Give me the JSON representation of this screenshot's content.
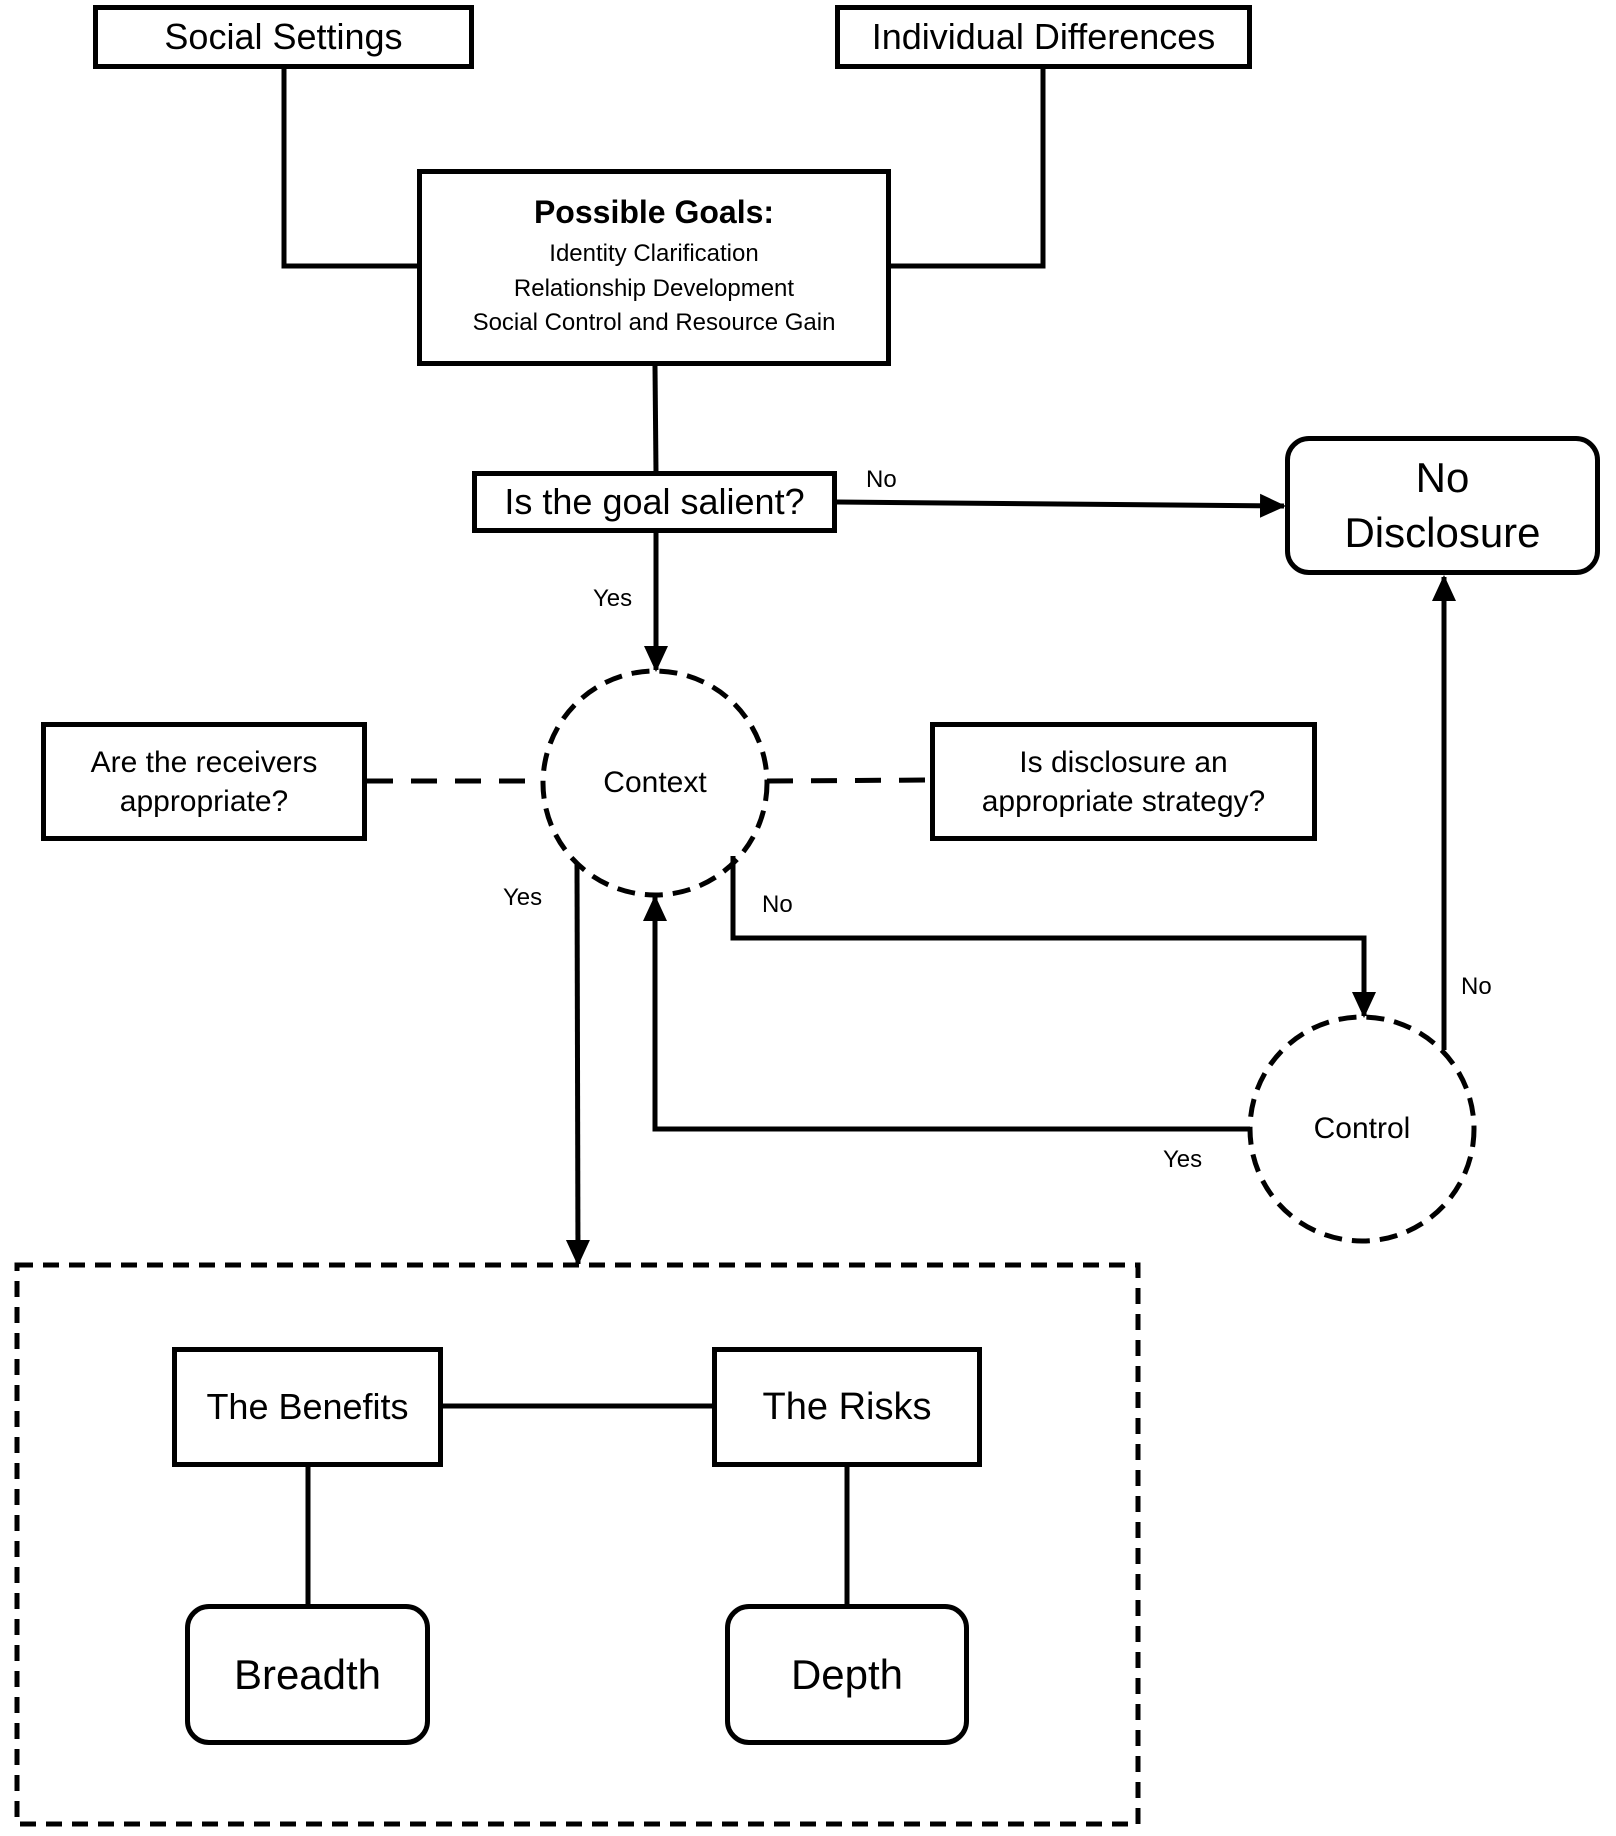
{
  "nodes": {
    "social_settings": "Social Settings",
    "individual_differences": "Individual Differences",
    "possible_goals": {
      "title": "Possible Goals:",
      "items": [
        "Identity Clarification",
        "Relationship Development",
        "Social Control and Resource Gain"
      ]
    },
    "goal_salient": "Is the goal salient?",
    "no_disclosure": [
      "No",
      "Disclosure"
    ],
    "context": "Context",
    "receivers_appropriate": [
      "Are the receivers",
      "appropriate?"
    ],
    "strategy_appropriate": [
      "Is disclosure an",
      "appropriate strategy?"
    ],
    "control": "Control",
    "benefits": "The Benefits",
    "risks": "The Risks",
    "breadth": "Breadth",
    "depth": "Depth"
  },
  "edge_labels": {
    "salient_no": "No",
    "salient_yes": "Yes",
    "context_yes": "Yes",
    "context_no": "No",
    "control_no": "No",
    "control_yes": "Yes"
  }
}
